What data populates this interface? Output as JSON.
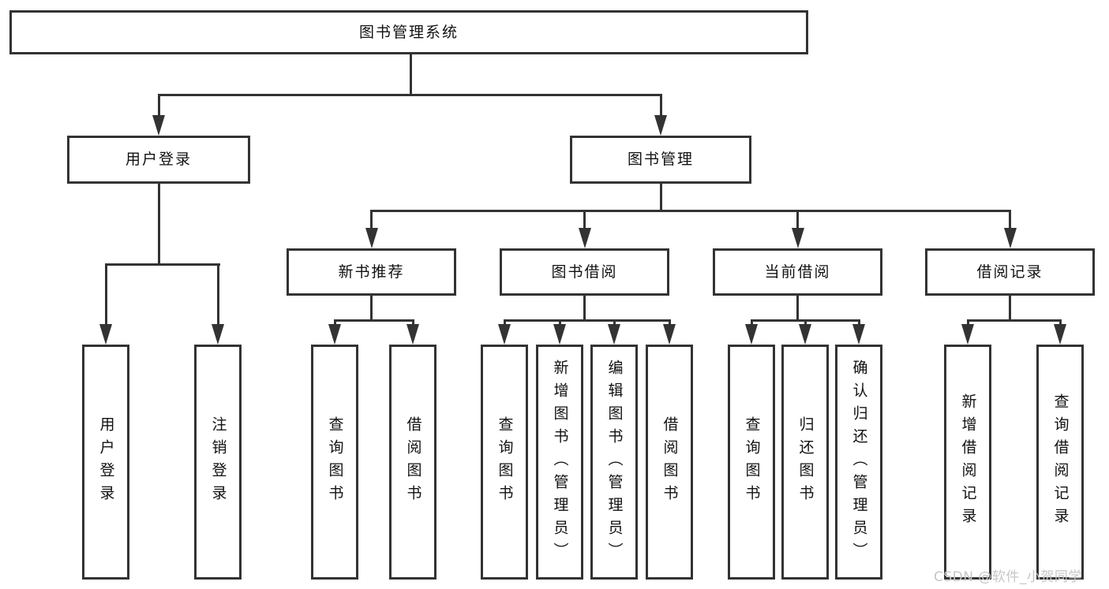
{
  "diagram_type": "functional-structure-tree",
  "tree": {
    "label": "图书管理系统",
    "children": [
      {
        "label": "用户登录",
        "children": [
          {
            "label": "用户登录"
          },
          {
            "label": "注销登录"
          }
        ]
      },
      {
        "label": "图书管理",
        "children": [
          {
            "label": "新书推荐",
            "children": [
              {
                "label": "查询图书"
              },
              {
                "label": "借阅图书"
              }
            ]
          },
          {
            "label": "图书借阅",
            "children": [
              {
                "label": "查询图书"
              },
              {
                "label": "新增图书（管理员）"
              },
              {
                "label": "编辑图书（管理员）"
              },
              {
                "label": "借阅图书"
              }
            ]
          },
          {
            "label": "当前借阅",
            "children": [
              {
                "label": "查询图书"
              },
              {
                "label": "归还图书"
              },
              {
                "label": "确认归还（管理员）"
              }
            ]
          },
          {
            "label": "借阅记录",
            "children": [
              {
                "label": "新增借阅记录"
              },
              {
                "label": "查询借阅记录"
              }
            ]
          }
        ]
      }
    ]
  },
  "watermark": "CSDN @软件_小贺同学",
  "colors": {
    "background": "#ffffff",
    "line": "#333333",
    "text": "#111111",
    "box_fill": "#ffffff",
    "watermark": "#c6c6c6"
  }
}
